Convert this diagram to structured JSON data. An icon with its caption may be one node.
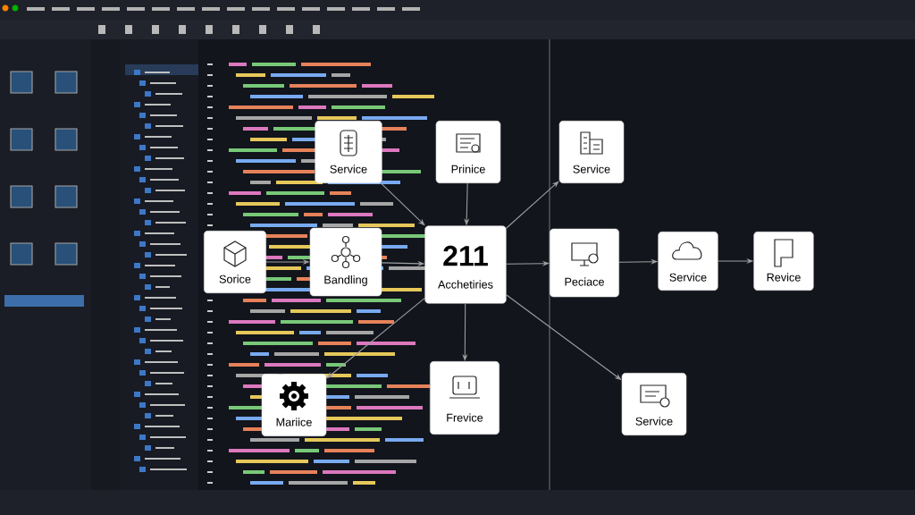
{
  "diagram": {
    "nodes": [
      {
        "text": [
          "Service"
        ]
      },
      {
        "text": [
          "Prinice"
        ]
      },
      {
        "text": [
          "Service"
        ]
      },
      {
        "text": [
          "Sorice"
        ]
      },
      {
        "text": [
          "Bandling"
        ]
      },
      {
        "text": [
          "211",
          "Acchetiries"
        ]
      },
      {
        "text": [
          "Peciace"
        ]
      },
      {
        "text": [
          "Service"
        ]
      },
      {
        "text": [
          "Revice"
        ]
      },
      {
        "text": [
          "Mariice"
        ]
      },
      {
        "text": [
          "Frevice"
        ]
      },
      {
        "text": [
          "Service"
        ]
      }
    ],
    "edges": [
      {
        "from": 3,
        "to": 4,
        "arrow": "to"
      },
      {
        "from": 4,
        "to": 5,
        "arrow": "to"
      },
      {
        "from": 5,
        "to": 6,
        "arrow": "to"
      },
      {
        "from": 6,
        "to": 7,
        "arrow": "to"
      },
      {
        "from": 7,
        "to": 8,
        "arrow": "to"
      },
      {
        "from": 0,
        "to": 5,
        "arrow": "to"
      },
      {
        "from": 1,
        "to": 5,
        "arrow": "to"
      },
      {
        "from": 5,
        "to": 2,
        "arrow": "to"
      },
      {
        "from": 5,
        "to": 9,
        "arrow": "to"
      },
      {
        "from": 5,
        "to": 10,
        "arrow": "to"
      },
      {
        "from": 5,
        "to": 11,
        "arrow": "to"
      }
    ]
  }
}
